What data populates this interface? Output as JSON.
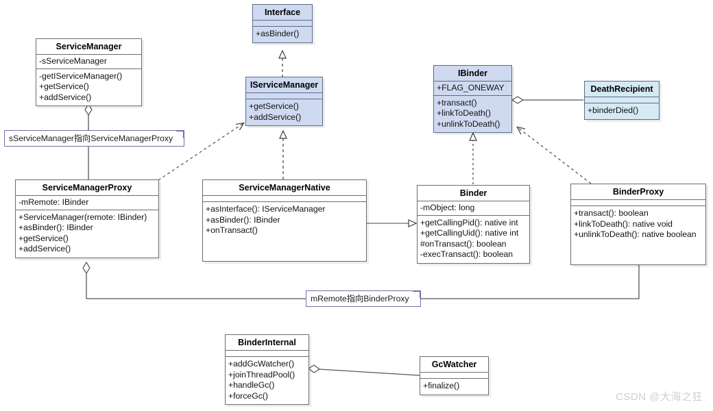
{
  "diagram": {
    "title": "Android Binder UML class diagram",
    "colors": {
      "interface_fill": "#cfdaf1",
      "callback_fill": "#d6eaf4",
      "class_fill": "#ffffff",
      "border": "#6b6b6b",
      "accent_border": "#5a6a86",
      "note_border": "#6f6fa8",
      "watermark": "#cfcfcf"
    },
    "classes": [
      {
        "id": "interface",
        "name": "Interface",
        "attributes": [],
        "operations": [
          "+asBinder()"
        ],
        "style": "interface"
      },
      {
        "id": "servicemanager",
        "name": "ServiceManager",
        "attributes": [
          "-sServiceManager"
        ],
        "operations": [
          "-getIServiceManager()",
          "+getService()",
          "+addService()"
        ],
        "style": "plain"
      },
      {
        "id": "iservicemanager",
        "name": "IServiceManager",
        "attributes": [],
        "operations": [
          "+getService()",
          "+addService()"
        ],
        "style": "interface"
      },
      {
        "id": "ibinder",
        "name": "IBinder",
        "attributes": [
          "+FLAG_ONEWAY"
        ],
        "operations": [
          "+transact()",
          "+linkToDeath()",
          "+unlinkToDeath()"
        ],
        "style": "interface"
      },
      {
        "id": "deathrecipient",
        "name": "DeathRecipient",
        "attributes": [],
        "operations": [
          "+binderDied()"
        ],
        "style": "callback"
      },
      {
        "id": "servicemanagerproxy",
        "name": "ServiceManagerProxy",
        "attributes": [
          "-mRemote: IBinder"
        ],
        "operations": [
          "+ServiceManager(remote: IBinder)",
          "+asBinder(): IBinder",
          "+getService()",
          "+addService()"
        ],
        "style": "plain"
      },
      {
        "id": "servicemanagernative",
        "name": "ServiceManagerNative",
        "attributes": [],
        "operations": [
          "+asInterface(): IServiceManager",
          "+asBinder(): IBinder",
          "+onTransact()"
        ],
        "style": "plain"
      },
      {
        "id": "binder",
        "name": "Binder",
        "attributes": [
          "-mObject: long"
        ],
        "operations": [
          "+getCallingPid(): native int",
          "+getCallingUid(): native int",
          "#onTransact(): boolean",
          "-execTransact(): boolean"
        ],
        "style": "plain"
      },
      {
        "id": "binderproxy",
        "name": "BinderProxy",
        "attributes": [],
        "operations": [
          "+transact(): boolean",
          "+linkToDeath(): native void",
          "+unlinkToDeath(): native boolean"
        ],
        "style": "plain"
      },
      {
        "id": "binderinternal",
        "name": "BinderInternal",
        "attributes": [],
        "operations": [
          "+addGcWatcher()",
          "+joinThreadPool()",
          "+handleGc()",
          "+forceGc()"
        ],
        "style": "plain"
      },
      {
        "id": "gcwatcher",
        "name": "GcWatcher",
        "attributes": [],
        "operations": [
          "+finalize()"
        ],
        "style": "plain"
      }
    ],
    "notes": [
      {
        "id": "note-sservicemanager",
        "text": "sServiceManager指向ServiceManagerProxy"
      },
      {
        "id": "note-mremote",
        "text": "mRemote指向BinderProxy"
      }
    ],
    "relations": [
      {
        "from": "IServiceManager",
        "to": "Interface",
        "type": "realization"
      },
      {
        "from": "ServiceManager",
        "to": "ServiceManagerProxy",
        "type": "aggregation"
      },
      {
        "from": "ServiceManagerProxy",
        "to": "IServiceManager",
        "type": "realization"
      },
      {
        "from": "ServiceManagerNative",
        "to": "IServiceManager",
        "type": "realization"
      },
      {
        "from": "ServiceManagerNative",
        "to": "Binder",
        "type": "generalization"
      },
      {
        "from": "Binder",
        "to": "IBinder",
        "type": "realization"
      },
      {
        "from": "BinderProxy",
        "to": "IBinder",
        "type": "realization"
      },
      {
        "from": "IBinder",
        "to": "DeathRecipient",
        "type": "aggregation"
      },
      {
        "from": "ServiceManagerProxy",
        "to": "BinderProxy",
        "type": "aggregation"
      },
      {
        "from": "BinderInternal",
        "to": "GcWatcher",
        "type": "aggregation"
      }
    ]
  },
  "watermark": {
    "text": "CSDN @大海之狂"
  }
}
